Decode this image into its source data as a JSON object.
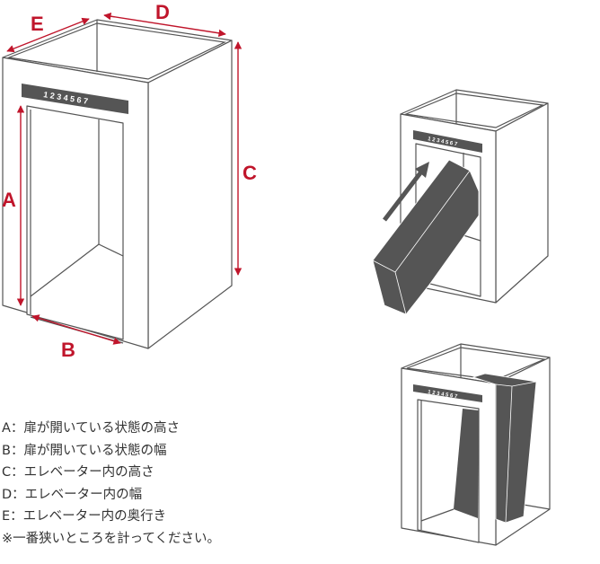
{
  "diagram": {
    "dimension_labels": {
      "A": "A",
      "B": "B",
      "C": "C",
      "D": "D",
      "E": "E"
    },
    "floor_indicator": "1 2 3 4 5 6 7",
    "colors": {
      "dimension": "#c0152b",
      "line": "#555555",
      "package": "#555555"
    }
  },
  "legend": [
    "A：扉が開いている状態の高さ",
    "B：扉が開いている状態の幅",
    "C：エレベーター内の高さ",
    "D：エレベーター内の幅",
    "E：エレベーター内の奥行き",
    "※一番狭いところを計ってください。"
  ]
}
